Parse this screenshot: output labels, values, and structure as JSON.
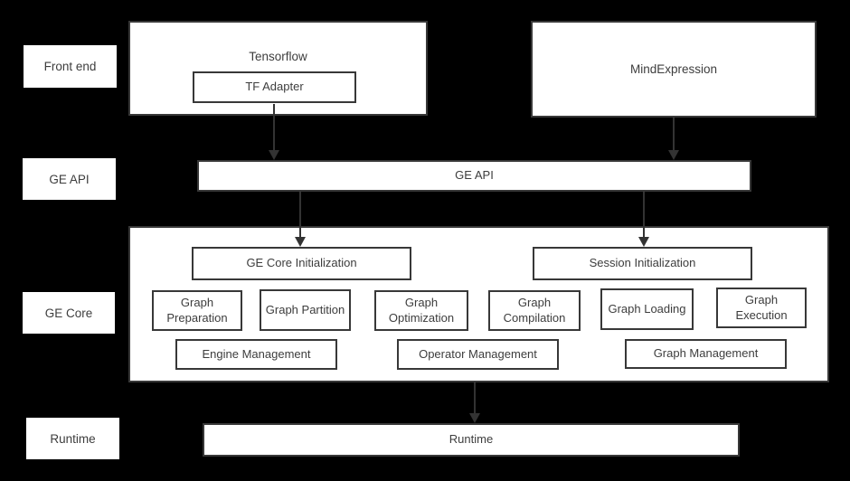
{
  "layers": {
    "front_end": "Front end",
    "ge_api": "GE API",
    "ge_core": "GE Core",
    "runtime": "Runtime"
  },
  "nodes": {
    "tensorflow": "Tensorflow",
    "tf_adapter": "TF Adapter",
    "mind_expression": "MindExpression",
    "ge_api": "GE API",
    "ge_core_initialization": "GE Core Initialization",
    "session_initialization": "Session Initialization",
    "graph_preparation": "Graph Preparation",
    "graph_partition": "Graph Partition",
    "graph_optimization": "Graph Optimization",
    "graph_compilation": "Graph Compilation",
    "graph_loading": "Graph Loading",
    "graph_execution": "Graph Execution",
    "engine_management": "Engine Management",
    "operator_management": "Operator Management",
    "graph_management": "Graph Management",
    "runtime": "Runtime"
  },
  "colors": {
    "background": "#000000",
    "box_fill": "#ffffff",
    "box_border": "#383838",
    "text": "#3d3d3d",
    "arrow": "#333333"
  }
}
